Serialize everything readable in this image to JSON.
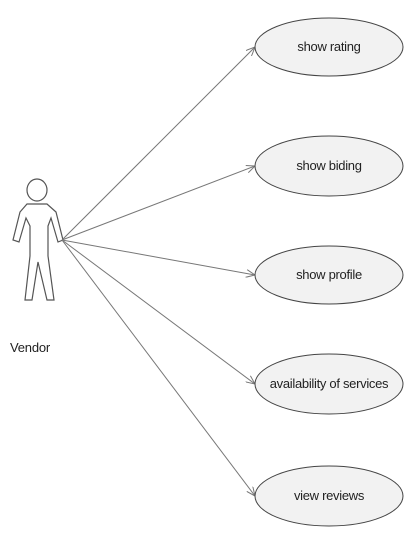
{
  "actor": {
    "name": "Vendor",
    "icon": "stick-figure-icon"
  },
  "use_cases": [
    {
      "label": "show rating"
    },
    {
      "label": "show biding"
    },
    {
      "label": "show profile"
    },
    {
      "label": "availability of services"
    },
    {
      "label": "view reviews"
    }
  ],
  "colors": {
    "line": "#777777",
    "ellipse_fill": "#f2f2f2",
    "ellipse_stroke": "#444444",
    "text": "#222222"
  }
}
